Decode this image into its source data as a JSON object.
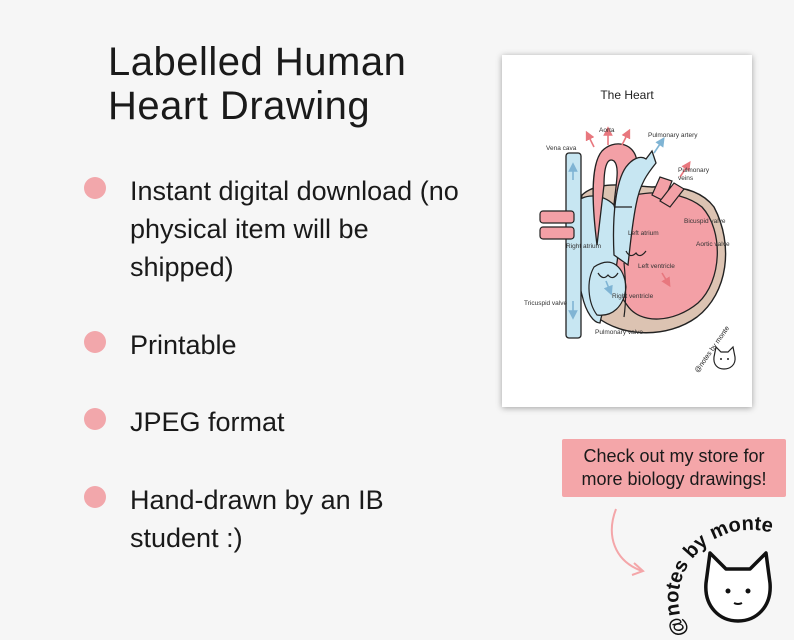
{
  "title": "Labelled Human Heart Drawing",
  "features": [
    {
      "text": "Instant digital download (no physical item will be shipped)"
    },
    {
      "text": "Printable"
    },
    {
      "text": "JPEG format"
    },
    {
      "text": "Hand-drawn by an IB student :)"
    }
  ],
  "poster": {
    "heading": "The Heart",
    "labels": {
      "aorta": "Aorta",
      "pulmonary_artery": "Pulmonary artery",
      "vena_cava": "Vena cava",
      "pulmonary_veins_1": "Pulmonary",
      "pulmonary_veins_2": "veins",
      "left_atrium": "Left atrium",
      "bicuspid_valve": "Bicuspid valve",
      "right_atrium": "Right atrium",
      "aortic_valve": "Aortic valve",
      "left_ventricle": "Left ventricle",
      "right_ventricle": "Right ventricle",
      "tricuspid_valve": "Tricuspid valve",
      "pulmonary_valve": "Pulmonary valve"
    },
    "watermark": "@notes by monte"
  },
  "promo": {
    "text": "Check out my store for more biology drawings!"
  },
  "brand": {
    "logo_text": "@notes by monte"
  },
  "colors": {
    "bullet": "#f2a7ab",
    "promo_bg": "#f4a6a9",
    "heart_red": "#f3a0a6",
    "heart_blue": "#c7e6f2",
    "heart_outer": "#dcc3b2",
    "arrow_blue": "#7fb4d4",
    "arrow_red": "#e8777e"
  },
  "icons": [
    "bullet-dot",
    "cat-icon",
    "curved-arrow-icon",
    "heart-diagram"
  ]
}
